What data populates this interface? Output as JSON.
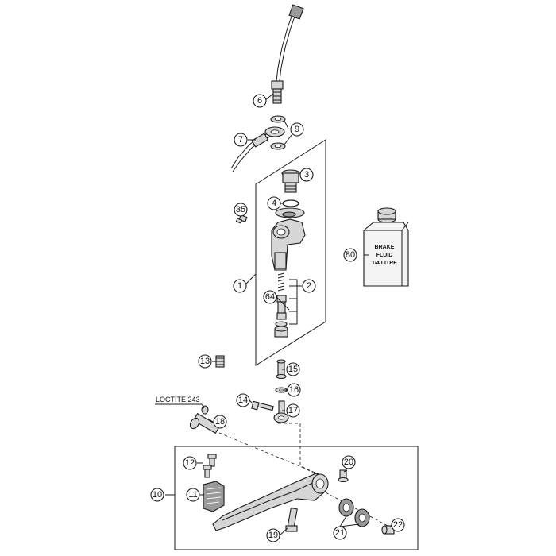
{
  "diagram": {
    "callouts": [
      "6",
      "9",
      "7",
      "3",
      "4",
      "35",
      "80",
      "1",
      "2",
      "64",
      "13",
      "15",
      "14",
      "16",
      "17",
      "18",
      "12",
      "20",
      "10",
      "11",
      "19",
      "21",
      "22"
    ],
    "note_label": "LOCTITE 243",
    "bottle_label": [
      "BRAKE",
      "FLUID",
      "1/4 LITRE"
    ]
  }
}
